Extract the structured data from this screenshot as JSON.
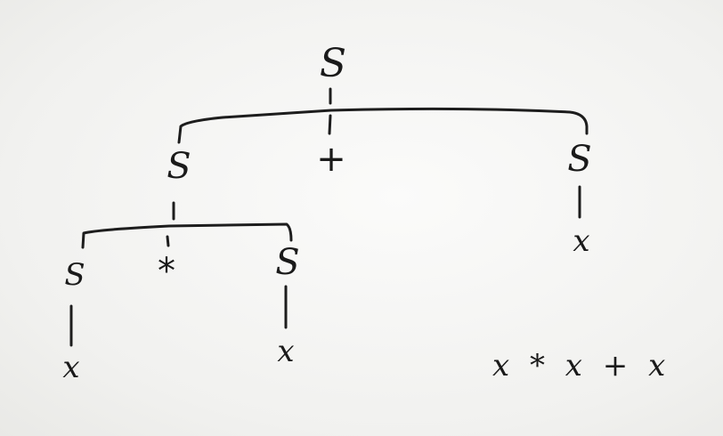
{
  "tree": {
    "root": "S",
    "level1": {
      "left": "S",
      "middle": "+",
      "right": "S"
    },
    "level2": {
      "left": "S",
      "middle": "*",
      "right": "S"
    },
    "right_leaf": "x",
    "level3": {
      "left_leaf": "x",
      "right_leaf": "x"
    }
  },
  "expression": "x * x + x"
}
